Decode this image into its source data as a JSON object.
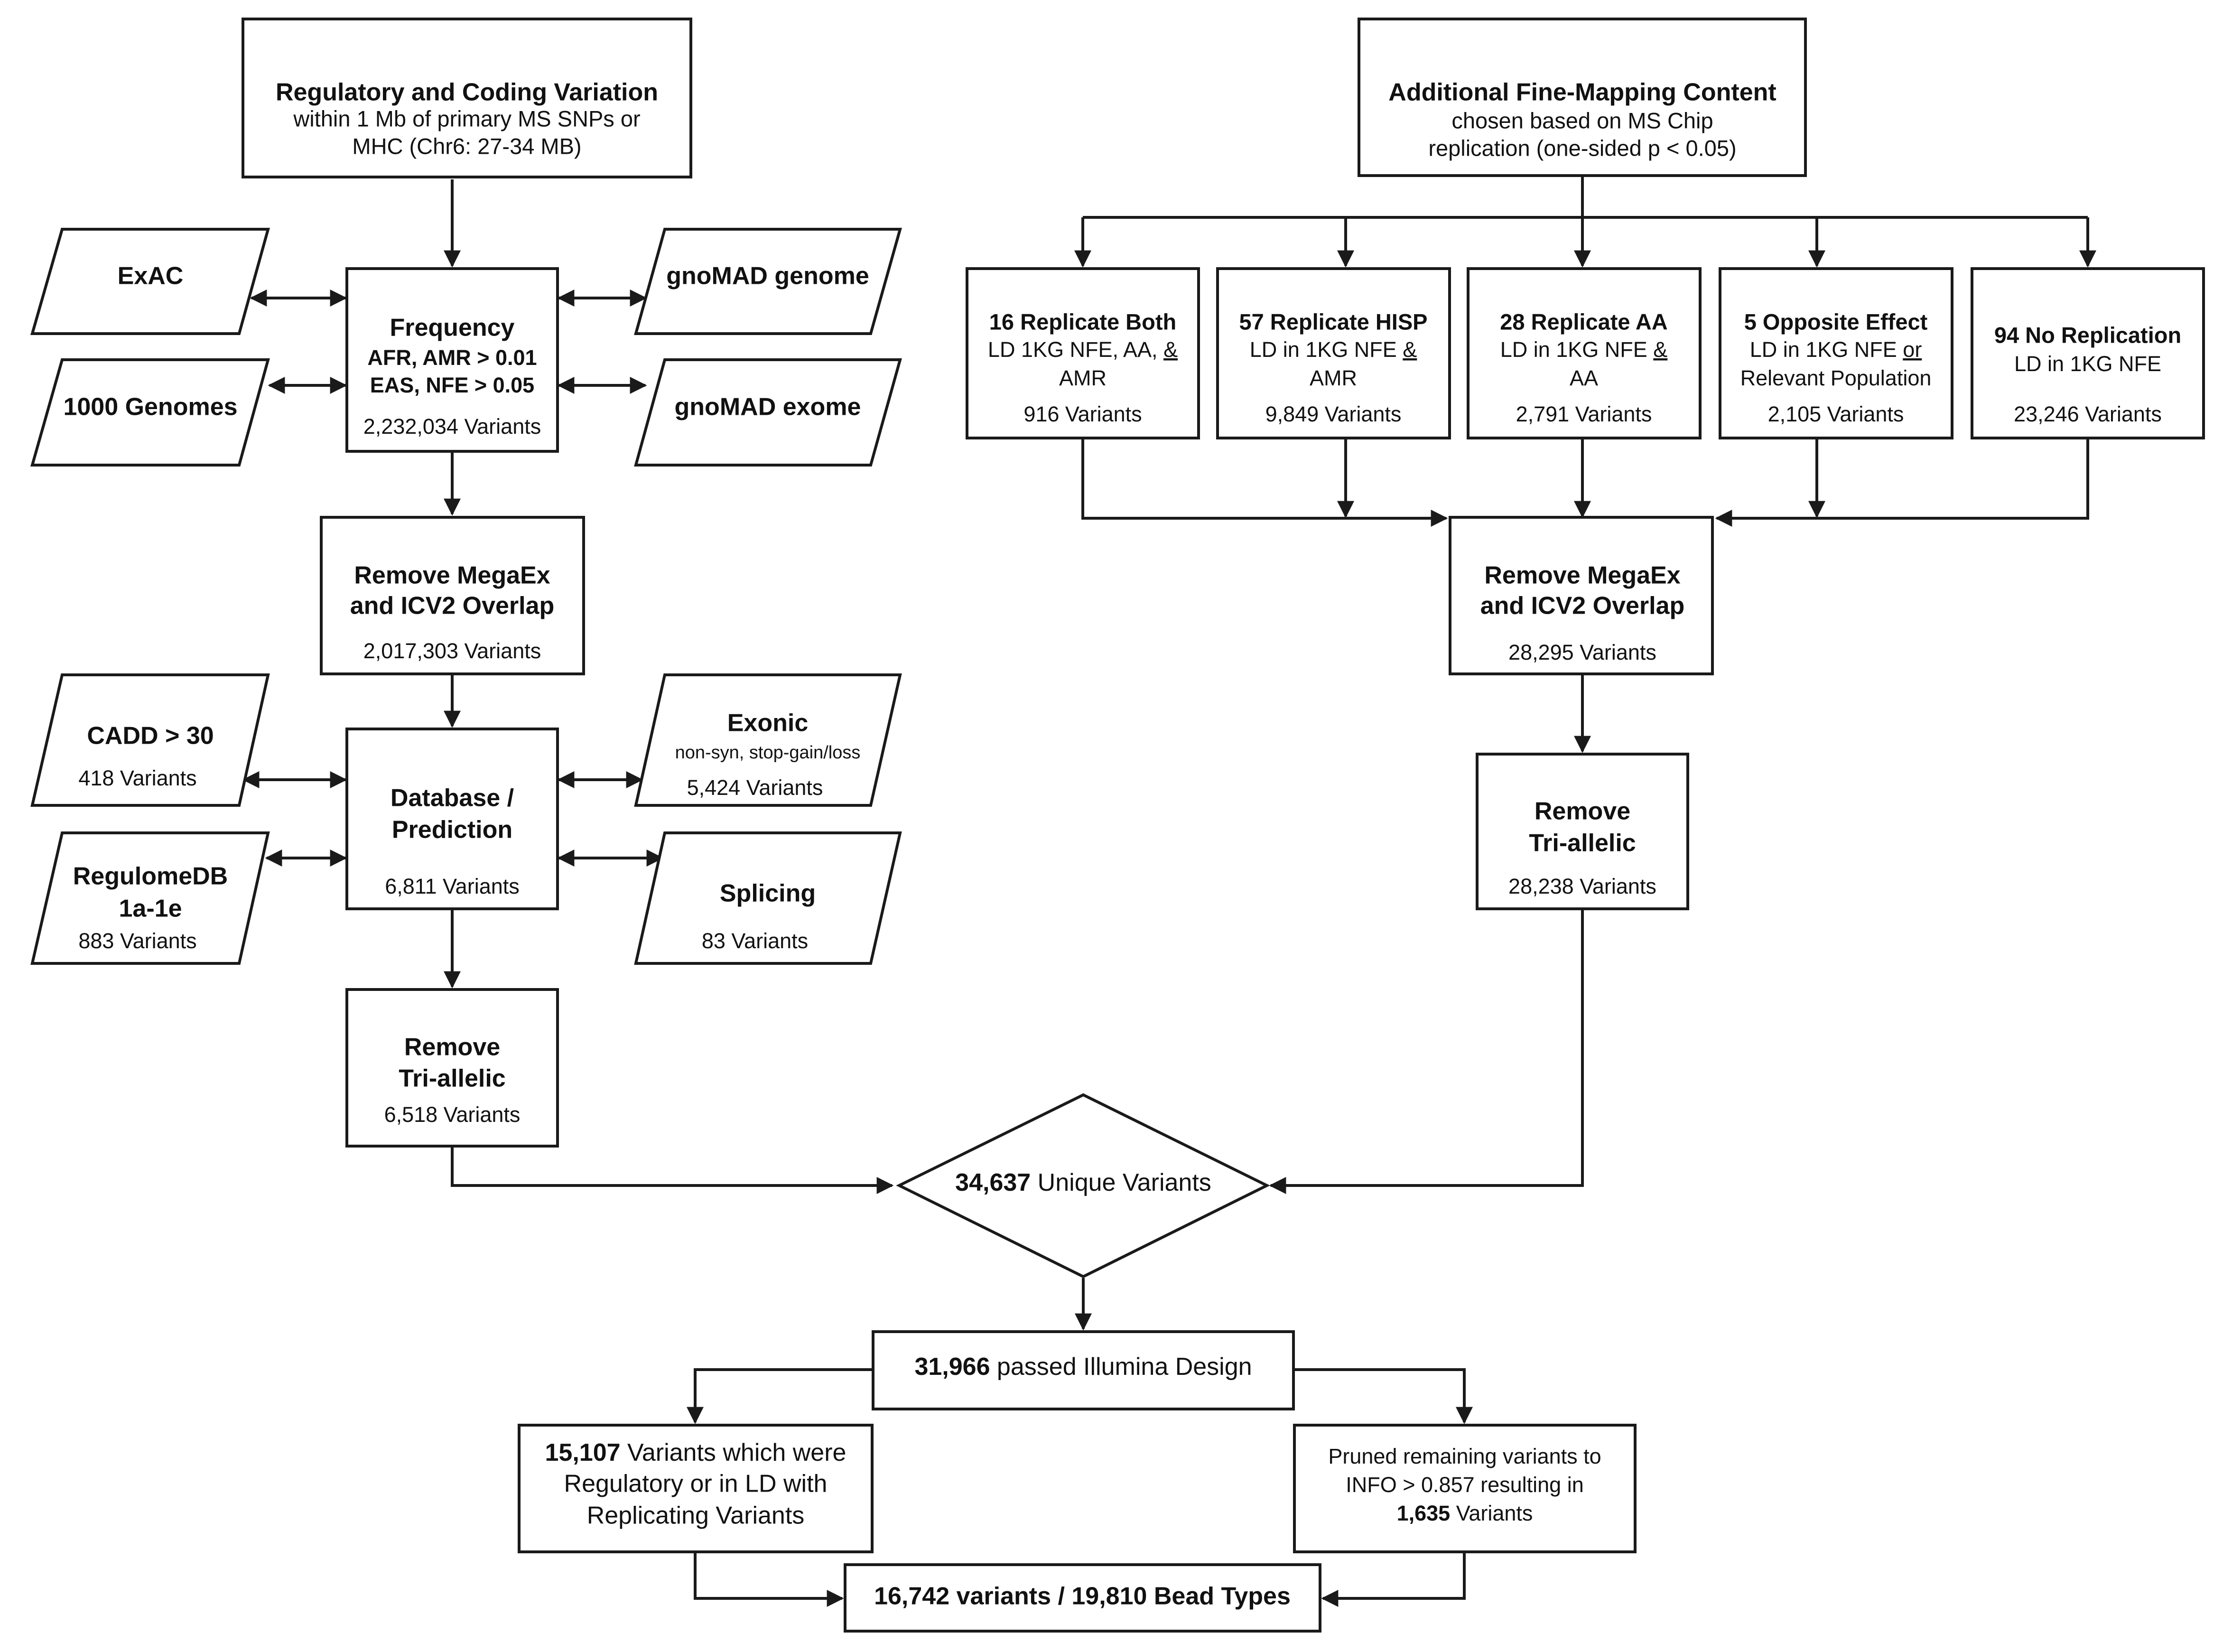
{
  "left": {
    "top": {
      "title": "Regulatory and Coding Variation",
      "line1": "within 1 Mb of primary MS SNPs or",
      "line2": "MHC (Chr6: 27-34 MB)"
    },
    "frequency": {
      "title": "Frequency",
      "line1": "AFR, AMR > 0.01",
      "line2": "EAS, NFE > 0.05",
      "count": "2,232,034 Variants"
    },
    "exac": "ExAC",
    "genomes1000": "1000 Genomes",
    "gnomad_genome": "gnoMAD genome",
    "gnomad_exome": "gnoMAD exome",
    "remove_overlap": {
      "line1": "Remove MegaEx",
      "line2": "and ICV2 Overlap",
      "count": "2,017,303 Variants"
    },
    "database": {
      "line1": "Database /",
      "line2": "Prediction",
      "count": "6,811 Variants"
    },
    "cadd": {
      "title": "CADD > 30",
      "count": "418 Variants"
    },
    "regulomedb": {
      "line1": "RegulomeDB",
      "line2": "1a-1e",
      "count": "883 Variants"
    },
    "exonic": {
      "title": "Exonic",
      "sub": "non-syn, stop-gain/loss",
      "count": "5,424 Variants"
    },
    "splicing": {
      "title": "Splicing",
      "count": "83 Variants"
    },
    "remove_triallelic": {
      "line1": "Remove",
      "line2": "Tri-allelic",
      "count": "6,518 Variants"
    }
  },
  "right": {
    "top": {
      "title": "Additional Fine-Mapping Content",
      "line1": "chosen based on MS Chip",
      "line2": "replication (one-sided p < 0.05)"
    },
    "rep_both": {
      "title": "16 Replicate Both",
      "line1_pre": "LD 1KG NFE, AA, ",
      "line1_u": "&",
      "line2": "AMR",
      "count": "916 Variants"
    },
    "rep_hisp": {
      "title": "57 Replicate HISP",
      "line1_pre": "LD in 1KG NFE ",
      "line1_u": "&",
      "line2": "AMR",
      "count": "9,849 Variants"
    },
    "rep_aa": {
      "title": "28 Replicate AA",
      "line1_pre": "LD in 1KG NFE ",
      "line1_u": "&",
      "line2": "AA",
      "count": "2,791 Variants"
    },
    "opposite": {
      "title": "5 Opposite Effect",
      "line1_pre": "LD in 1KG NFE ",
      "line1_u": "or",
      "line2": "Relevant Population",
      "count": "2,105 Variants"
    },
    "norep": {
      "title": "94 No Replication",
      "line1": "LD in 1KG NFE",
      "count": "23,246 Variants"
    },
    "remove_overlap": {
      "line1": "Remove MegaEx",
      "line2": "and ICV2 Overlap",
      "count": "28,295 Variants"
    },
    "remove_triallelic": {
      "line1": "Remove",
      "line2": "Tri-allelic",
      "count": "28,238 Variants"
    }
  },
  "unique": {
    "bold": "34,637",
    "rest": " Unique Variants"
  },
  "illumina": {
    "bold": "31,966",
    "rest": " passed Illumina Design"
  },
  "regulatory": {
    "bold": "15,107",
    "rest1": " Variants which were",
    "line2": "Regulatory or in LD with",
    "line3": "Replicating Variants"
  },
  "pruned": {
    "line1": "Pruned remaining variants to",
    "line2": "INFO > 0.857 resulting in",
    "bold": "1,635",
    "rest3": " Variants"
  },
  "final": "16,742 variants / 19,810 Bead Types"
}
